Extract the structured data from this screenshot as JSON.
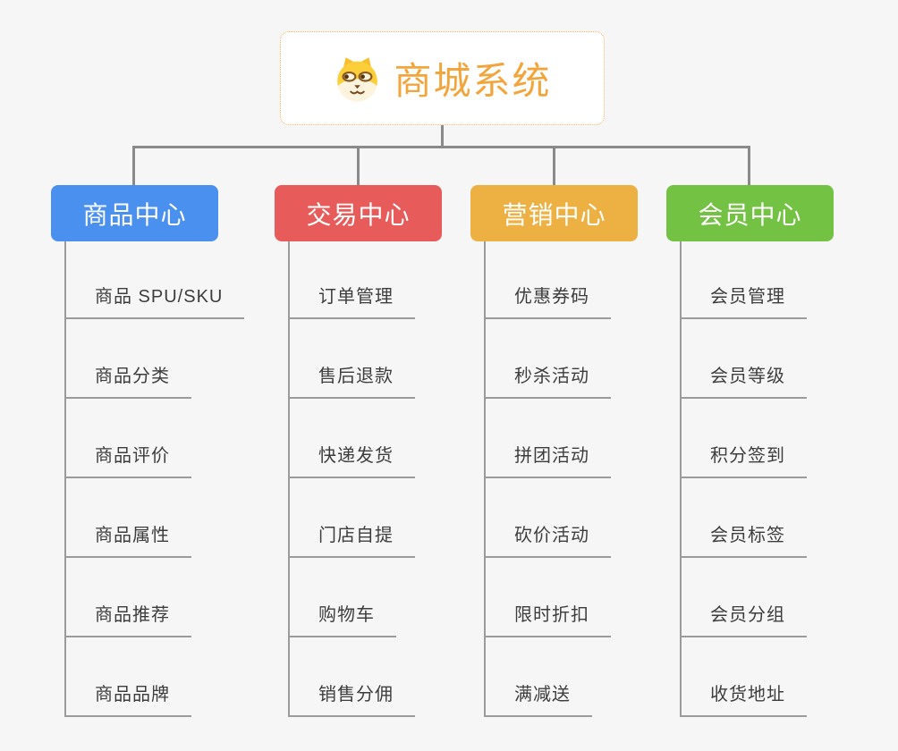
{
  "page": {
    "background_color": "#f6f6f6",
    "connector_color": "#8a8a8a",
    "child_line_color": "#9b9b9b",
    "child_text_color": "#3d3d3d"
  },
  "root": {
    "label": "商城系统",
    "text_color": "#f2a53c",
    "border_color": "#f3b45a",
    "icon": "doge-icon"
  },
  "branches": [
    {
      "label": "商品中心",
      "color": "#4a90ee",
      "children": [
        "商品 SPU/SKU",
        "商品分类",
        "商品评价",
        "商品属性",
        "商品推荐",
        "商品品牌"
      ]
    },
    {
      "label": "交易中心",
      "color": "#e85b5b",
      "children": [
        "订单管理",
        "售后退款",
        "快递发货",
        "门店自提",
        "购物车",
        "销售分佣"
      ]
    },
    {
      "label": "营销中心",
      "color": "#edb042",
      "children": [
        "优惠券码",
        "秒杀活动",
        "拼团活动",
        "砍价活动",
        "限时折扣",
        "满减送"
      ]
    },
    {
      "label": "会员中心",
      "color": "#73c243",
      "children": [
        "会员管理",
        "会员等级",
        "积分签到",
        "会员标签",
        "会员分组",
        "收货地址"
      ]
    }
  ]
}
